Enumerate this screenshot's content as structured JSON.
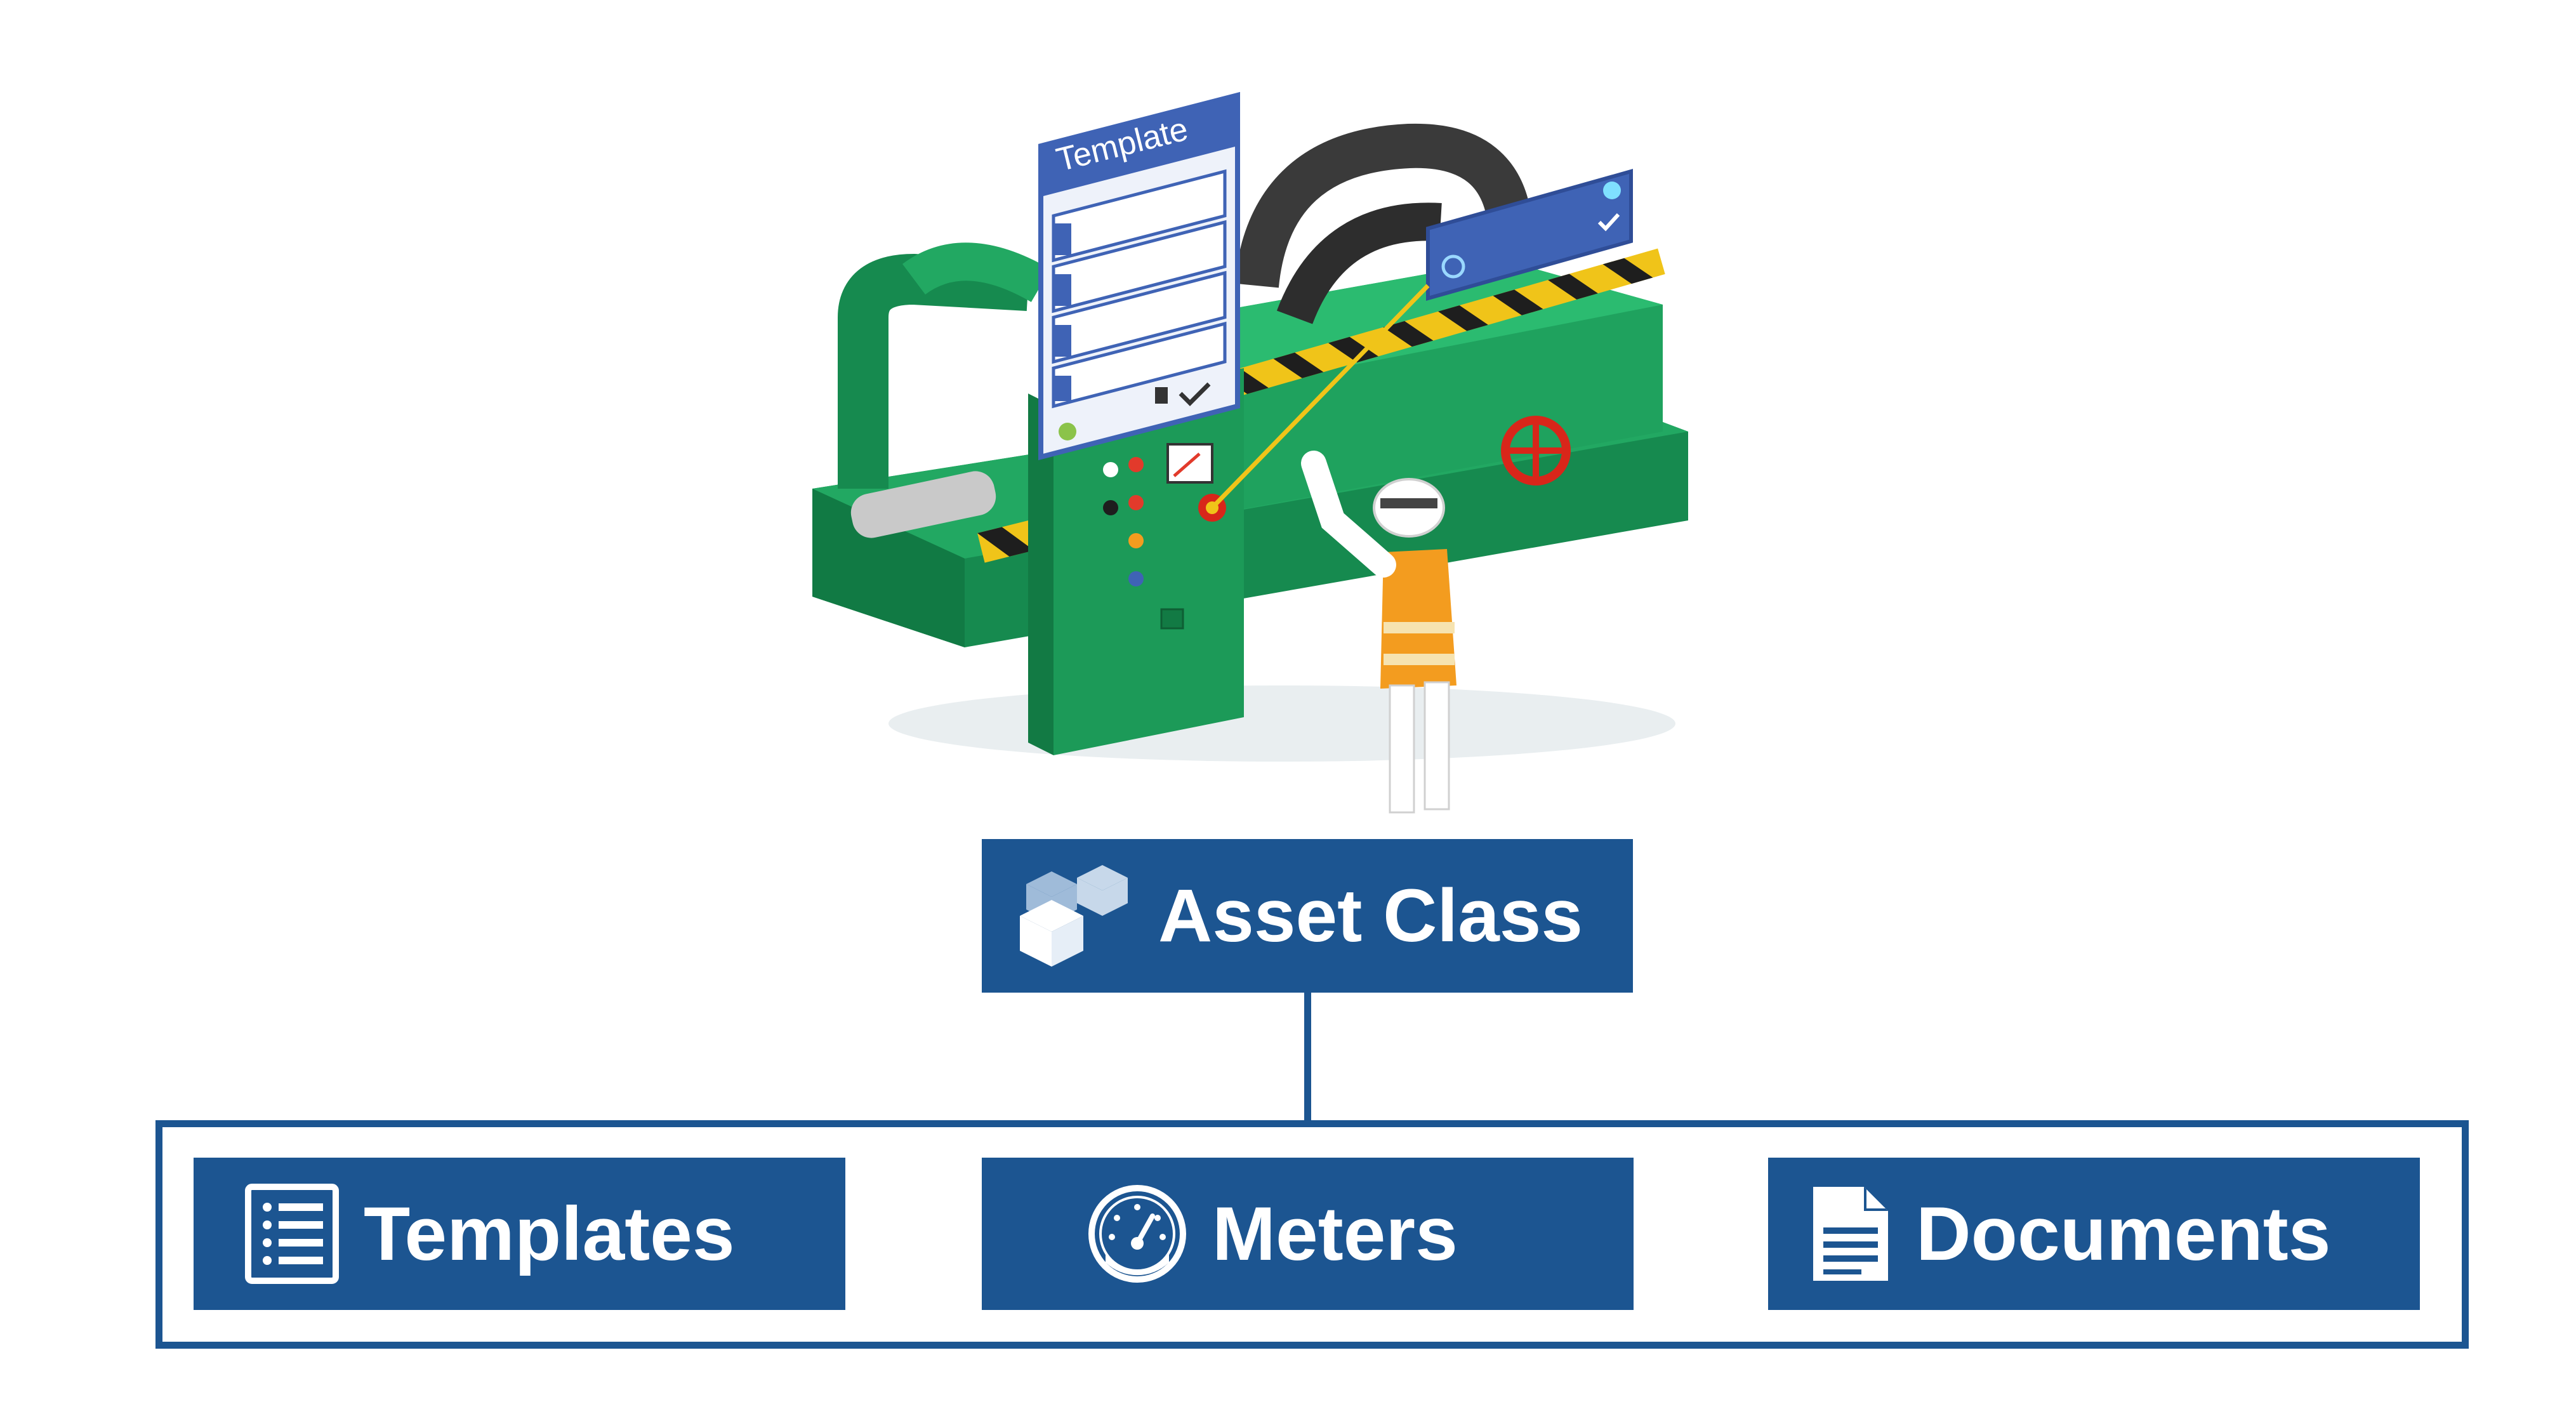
{
  "diagram": {
    "illustration": {
      "panel_title": "Template"
    },
    "root": {
      "label": "Asset Class",
      "icon": "cubes-icon"
    },
    "children": [
      {
        "label": "Templates",
        "icon": "list-document-icon"
      },
      {
        "label": "Meters",
        "icon": "gauge-icon"
      },
      {
        "label": "Documents",
        "icon": "document-icon"
      }
    ],
    "colors": {
      "box_fill": "#1c5591",
      "box_text": "#ffffff",
      "machine_green": "#1a9a5a",
      "panel_blue": "#3f63b5",
      "hazard_yellow": "#f0c419",
      "vest_orange": "#f39c1f"
    }
  }
}
